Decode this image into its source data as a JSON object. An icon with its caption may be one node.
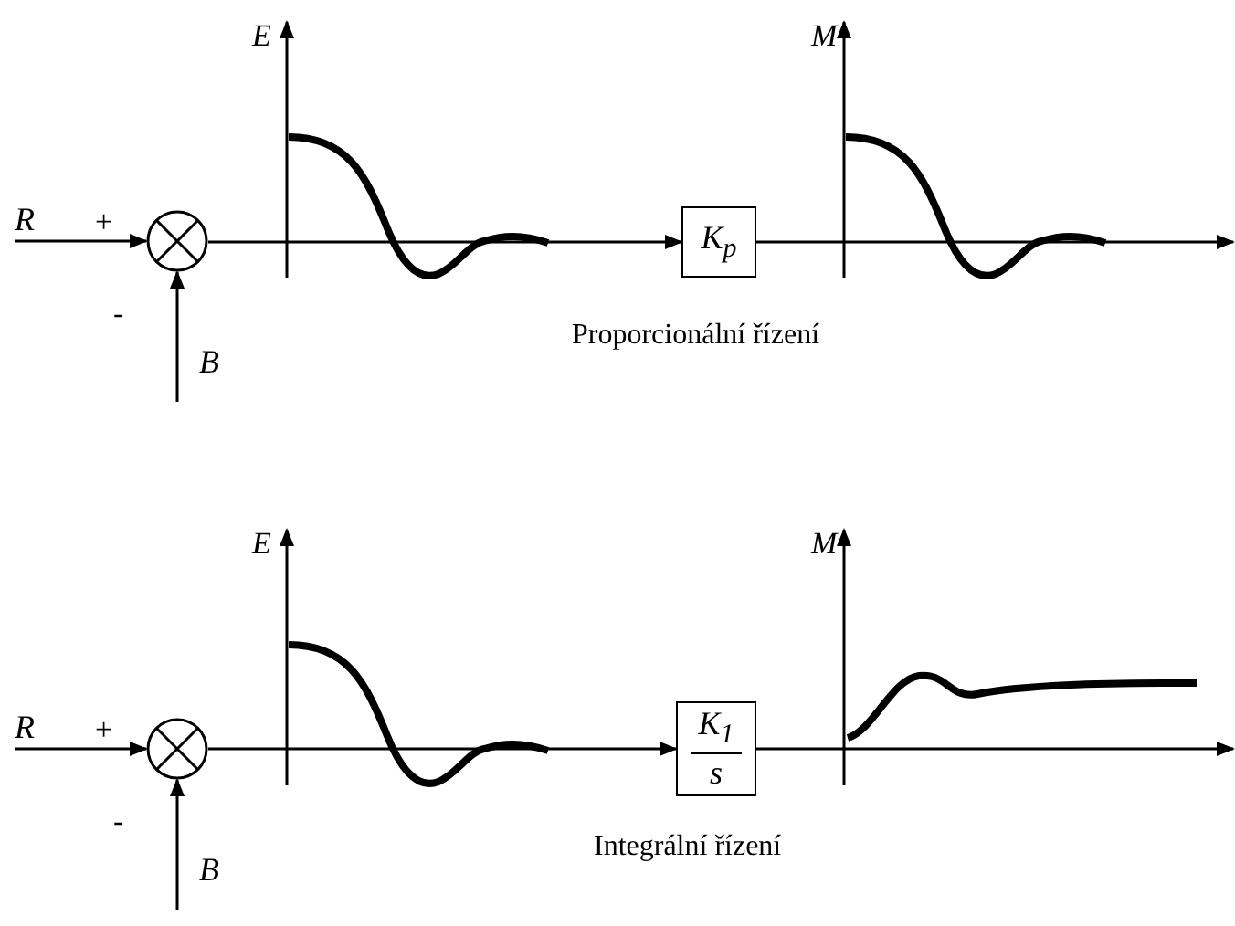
{
  "diagram": {
    "nodes": [
      {
        "text": [
          "R"
        ]
      },
      {
        "text": [],
        "shape": "circle"
      },
      {
        "text": [
          "B"
        ]
      },
      {
        "text": [
          "K$_{p}$"
        ]
      },
      {
        "text": [
          "R"
        ]
      },
      {
        "text": [],
        "shape": "circle"
      },
      {
        "text": [
          "B"
        ]
      },
      {
        "text": [
          "K$_{1}$",
          "s"
        ]
      }
    ],
    "edges": [
      {
        "from": 0,
        "to": 1,
        "arrow": "to"
      },
      {
        "from": 2,
        "to": 1,
        "arrow": "to"
      },
      {
        "from": 1,
        "to": 3,
        "arrow": "to"
      },
      {
        "from": 3,
        "to": null,
        "arrow": "to"
      },
      {
        "from": 4,
        "to": 5,
        "arrow": "to"
      },
      {
        "from": 6,
        "to": 5,
        "arrow": "to"
      },
      {
        "from": 5,
        "to": 7,
        "arrow": "to"
      },
      {
        "from": 7,
        "to": null,
        "arrow": "to"
      }
    ],
    "labels": [
      "E",
      "M",
      "+",
      "-",
      "Proporcionální řízení",
      "E",
      "M",
      "+",
      "-",
      "Integrální řízení"
    ]
  }
}
